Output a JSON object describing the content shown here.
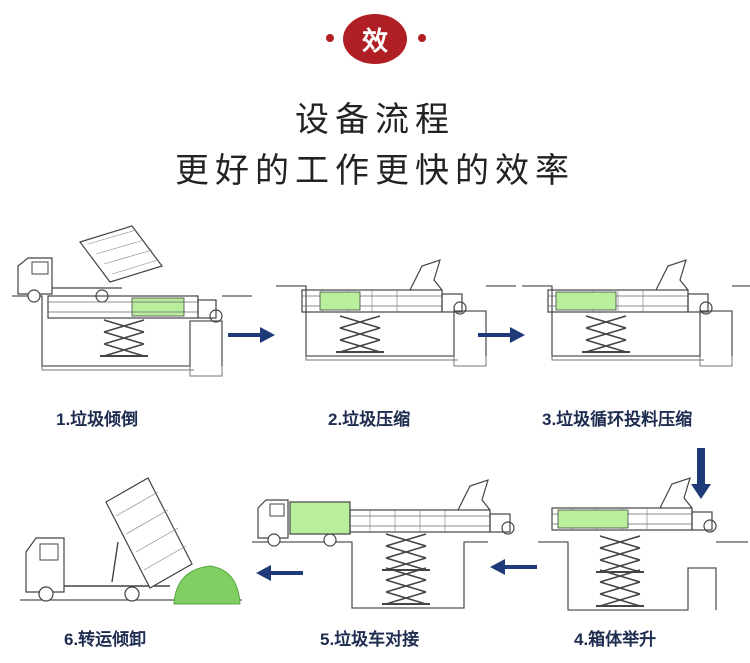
{
  "header": {
    "badge_char": "效",
    "title_line1": "设备流程",
    "title_line2": "更好的工作更快的效率"
  },
  "steps": [
    {
      "label": "1.垃圾倾倒"
    },
    {
      "label": "2.垃圾压缩"
    },
    {
      "label": "3.垃圾循环投料压缩"
    },
    {
      "label": "4.箱体举升"
    },
    {
      "label": "5.垃圾车对接"
    },
    {
      "label": "6.转运倾卸"
    }
  ],
  "colors": {
    "accent_red": "#b01f24",
    "arrow_navy": "#1e3a78",
    "compressed_green": "#b9ef9c",
    "garbage_green": "#7fcf63",
    "line": "#555555"
  }
}
